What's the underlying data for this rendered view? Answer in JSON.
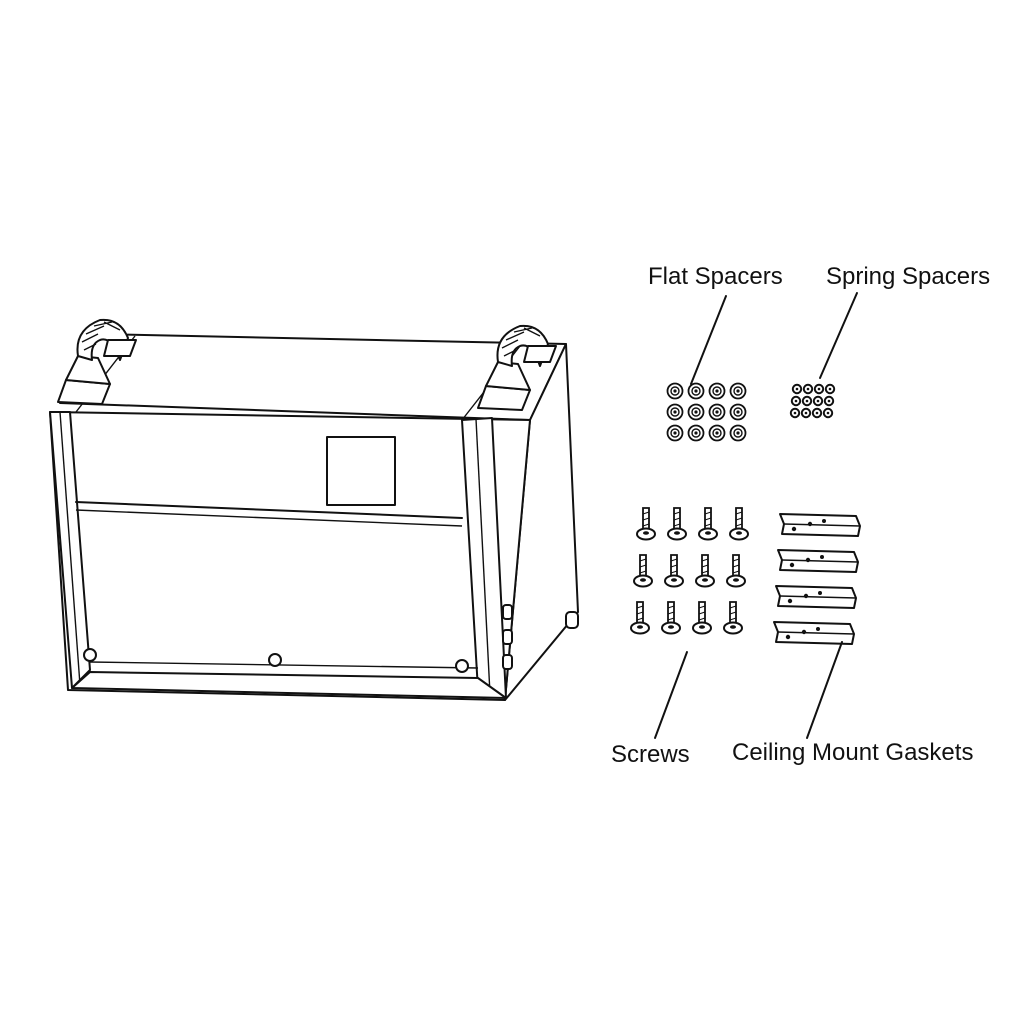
{
  "labels": {
    "flat_spacers": "Flat Spacers",
    "spring_spacers": "Spring Spacers",
    "screws": "Screws",
    "ceiling_mount_gaskets": "Ceiling Mount Gaskets"
  },
  "parts": {
    "flat_spacers": {
      "rows": 3,
      "cols": 4
    },
    "spring_spacers": {
      "rows": 3,
      "cols": 4
    },
    "screws": {
      "rows": 3,
      "cols": 4
    },
    "ceiling_mount_gaskets": {
      "count": 4
    }
  },
  "colors": {
    "line": "#111111",
    "background": "#ffffff"
  }
}
